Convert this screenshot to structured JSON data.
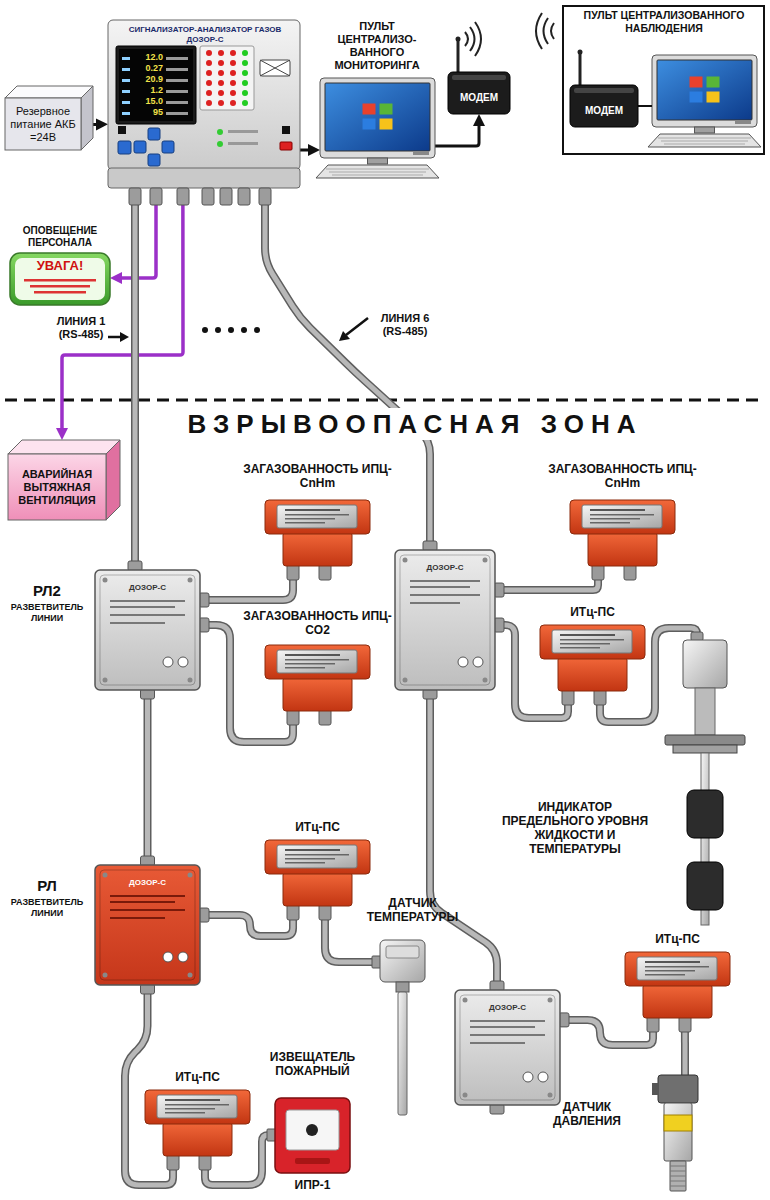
{
  "diagram": {
    "nodes": [
      {
        "text": [
          "Резервное питание АКБ =24В"
        ]
      },
      {
        "text": [
          "СИГНАЛИЗАТОР-АНАЛИЗАТОР ГАЗОВ ДОЗОР-С"
        ]
      },
      {
        "text": [
          "ПУЛЬТ ЦЕНТРАЛИЗО- ВАННОГО МОНИТОРИНГА"
        ]
      },
      {
        "text": [
          "МОДЕМ"
        ]
      },
      {
        "text": [
          "ПУЛЬТ ЦЕНТРАЛИЗОВАННОГО НАБЛЮДЕНИЯ"
        ]
      },
      {
        "text": [
          "МОДЕМ"
        ],
        "in": 4
      },
      {
        "text": [
          "ОПОВЕЩЕНИЕ ПЕРСОНАЛА",
          "УВАГА!"
        ]
      },
      {
        "text": [
          "АВАРИЙНАЯ ВЫТЯЖНАЯ ВЕНТИЛЯЦИЯ"
        ]
      },
      {
        "text": [
          "РЛ2",
          "РАЗВЕТВИТЕЛЬ ЛИНИИ",
          "ДОЗОР-С"
        ]
      },
      {
        "text": [
          "ЗАГАЗОВАННОСТЬ ИПЦ-CnHm"
        ]
      },
      {
        "text": [
          "ЗАГАЗОВАННОСТЬ ИПЦ-CO2"
        ]
      },
      {
        "text": [
          "РЛ",
          "РАЗВЕТВИТЕЛЬ ЛИНИИ",
          "ДОЗОР-С"
        ]
      },
      {
        "text": [
          "ИТц-ПС"
        ]
      },
      {
        "text": [
          "ДАТЧИК ТЕМПЕРАТУРЫ"
        ]
      },
      {
        "text": [
          "ИТц-ПС"
        ]
      },
      {
        "text": [
          "ИЗВЕЩАТЕЛЬ ПОЖАРНЫЙ",
          "ИПР-1"
        ]
      },
      {
        "text": [
          "ДОЗОР-С"
        ]
      },
      {
        "text": [
          "ЗАГАЗОВАННОСТЬ ИПЦ-CnHm"
        ]
      },
      {
        "text": [
          "ИТц-ПС"
        ]
      },
      {
        "text": [
          "ИНДИКАТОР ПРЕДЕЛЬНОГО УРОВНЯ ЖИДКОСТИ И ТЕМПЕРАТУРЫ"
        ]
      },
      {
        "text": [
          "ДОЗОР-С"
        ]
      },
      {
        "text": [
          "ИТц-ПС"
        ]
      },
      {
        "text": [
          "ДАТЧИК ДАВЛЕНИЯ"
        ]
      }
    ],
    "edges": [
      {
        "from": 0,
        "to": 1,
        "arrow": "to"
      },
      {
        "from": 1,
        "to": 2,
        "arrow": "to"
      },
      {
        "from": 2,
        "to": 3,
        "arrow": "to"
      },
      {
        "from": 1,
        "to": 6,
        "arrow": "to"
      },
      {
        "from": 1,
        "to": 7,
        "arrow": "to"
      },
      {
        "from": 1,
        "to": 8,
        "arrow": "none"
      },
      {
        "from": 8,
        "to": 9,
        "arrow": "none"
      },
      {
        "from": 8,
        "to": 10,
        "arrow": "none"
      },
      {
        "from": 8,
        "to": 11,
        "arrow": "none"
      },
      {
        "from": 11,
        "to": 12,
        "arrow": "none"
      },
      {
        "from": 12,
        "to": 13,
        "arrow": "none"
      },
      {
        "from": 11,
        "to": 14,
        "arrow": "none"
      },
      {
        "from": 14,
        "to": 15,
        "arrow": "none"
      },
      {
        "from": 1,
        "to": 16,
        "arrow": "none"
      },
      {
        "from": 16,
        "to": 17,
        "arrow": "none"
      },
      {
        "from": 16,
        "to": 18,
        "arrow": "none"
      },
      {
        "from": 18,
        "to": 19,
        "arrow": "none"
      },
      {
        "from": 16,
        "to": 20,
        "arrow": "none"
      },
      {
        "from": 20,
        "to": 21,
        "arrow": "none"
      },
      {
        "from": 21,
        "to": 22,
        "arrow": "none"
      }
    ],
    "labels": [
      "12.0",
      "0.27",
      "20.9",
      "1.2",
      "15.0",
      "95",
      "ЛИНИЯ 1 (RS-485)",
      "ЛИНИЯ 6 (RS-485)",
      "ВЗРЫВООПАСНАЯ ЗОНА"
    ]
  }
}
